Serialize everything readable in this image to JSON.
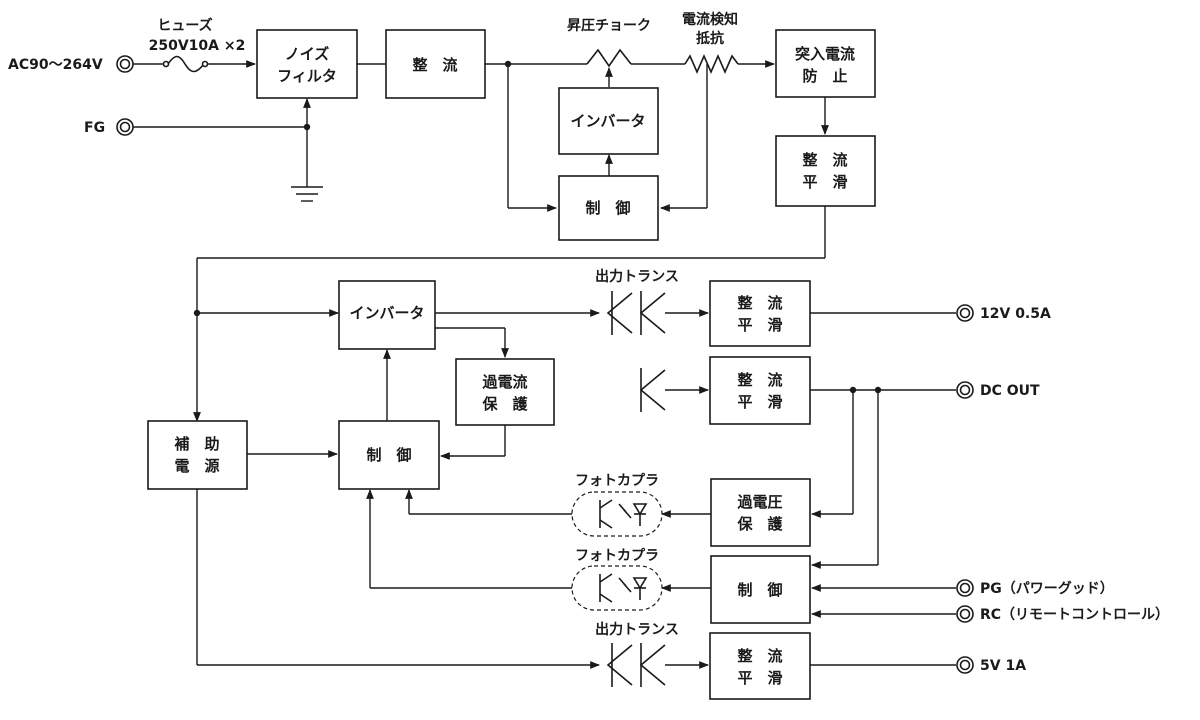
{
  "inputs": {
    "ac": "AC90〜264V",
    "fg": "FG"
  },
  "labels": {
    "fuse_1": "ヒューズ",
    "fuse_2": "250V10A ×2",
    "choke": "昇圧チョーク",
    "sense_1": "電流検知",
    "sense_2": "抵抗",
    "transformer_top": "出力トランス",
    "transformer_bottom": "出力トランス",
    "optocoupler_1": "フォトカプラ",
    "optocoupler_2": "フォトカプラ"
  },
  "blocks": {
    "noise_filter_1": "ノイズ",
    "noise_filter_2": "フィルタ",
    "rectifier_1": "整　流",
    "inverter_1": "インバータ",
    "control_1": "制　御",
    "inrush_1": "突入電流",
    "inrush_2": "防　止",
    "smooth_main_1": "整　流",
    "smooth_main_2": "平　滑",
    "inverter_2": "インバータ",
    "overcurrent_1": "過電流",
    "overcurrent_2": "保　護",
    "aux_1": "補　助",
    "aux_2": "電　源",
    "control_2": "制　御",
    "smooth_12v_1": "整　流",
    "smooth_12v_2": "平　滑",
    "smooth_dc_1": "整　流",
    "smooth_dc_2": "平　滑",
    "overvoltage_1": "過電圧",
    "overvoltage_2": "保　護",
    "control_3": "制　御",
    "smooth_5v_1": "整　流",
    "smooth_5v_2": "平　滑"
  },
  "outputs": {
    "out_12v": "12V 0.5A",
    "dc_out": "DC OUT",
    "pg": "PG（パワーグッド）",
    "rc": "RC（リモートコントロール）",
    "out_5v": "5V 1A"
  }
}
